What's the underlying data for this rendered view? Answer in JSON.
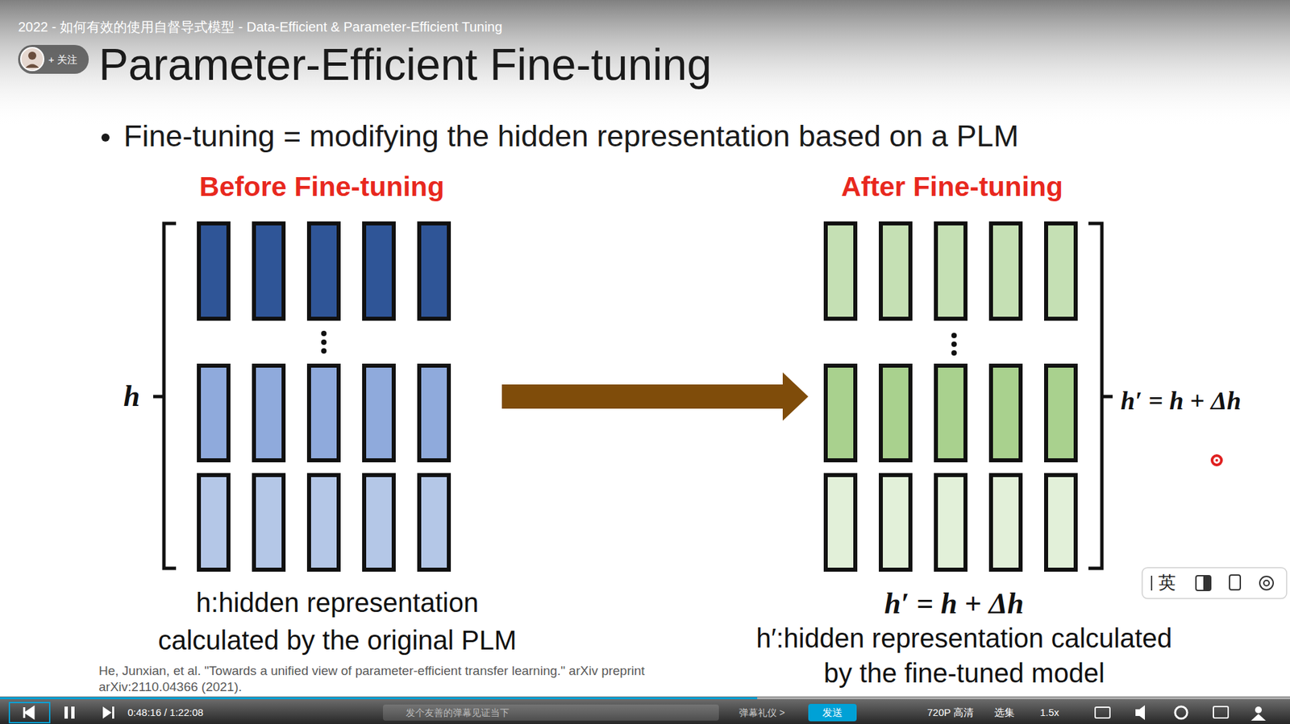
{
  "diagram": {
    "title": "Parameter-Efficient Fine-tuning",
    "nodes": [
      {
        "text": [
          "Before Fine-tuning"
        ]
      },
      {
        "text": [
          "After Fine-tuning"
        ]
      }
    ],
    "edges": [
      {
        "from": 0,
        "to": 1,
        "arrow": "to"
      }
    ],
    "labels": [
      "2022 - 如何有效的使用自督导式模型 - Data-Efficient & Parameter-Efficient Tuning",
      "+ 关注",
      "Fine-tuning = modifying the hidden representation based on a PLM",
      "h",
      "h:hidden representation calculated by the original PLM",
      "h′ = h + Δh",
      "h′ = h + Δh",
      "h′:hidden representation calculated by the fine-tuned model",
      "He, Junxian, et al. \"Towards a unified view of parameter-efficient transfer learning.\" arXiv preprint arXiv:2110.04366 (2021).",
      "0:48:16 / 1:22:08",
      "发个友善的弹幕见证当下",
      "弹幕礼仪 >",
      "发送",
      "720P 高清",
      "选集",
      "1.5x",
      "英"
    ]
  }
}
